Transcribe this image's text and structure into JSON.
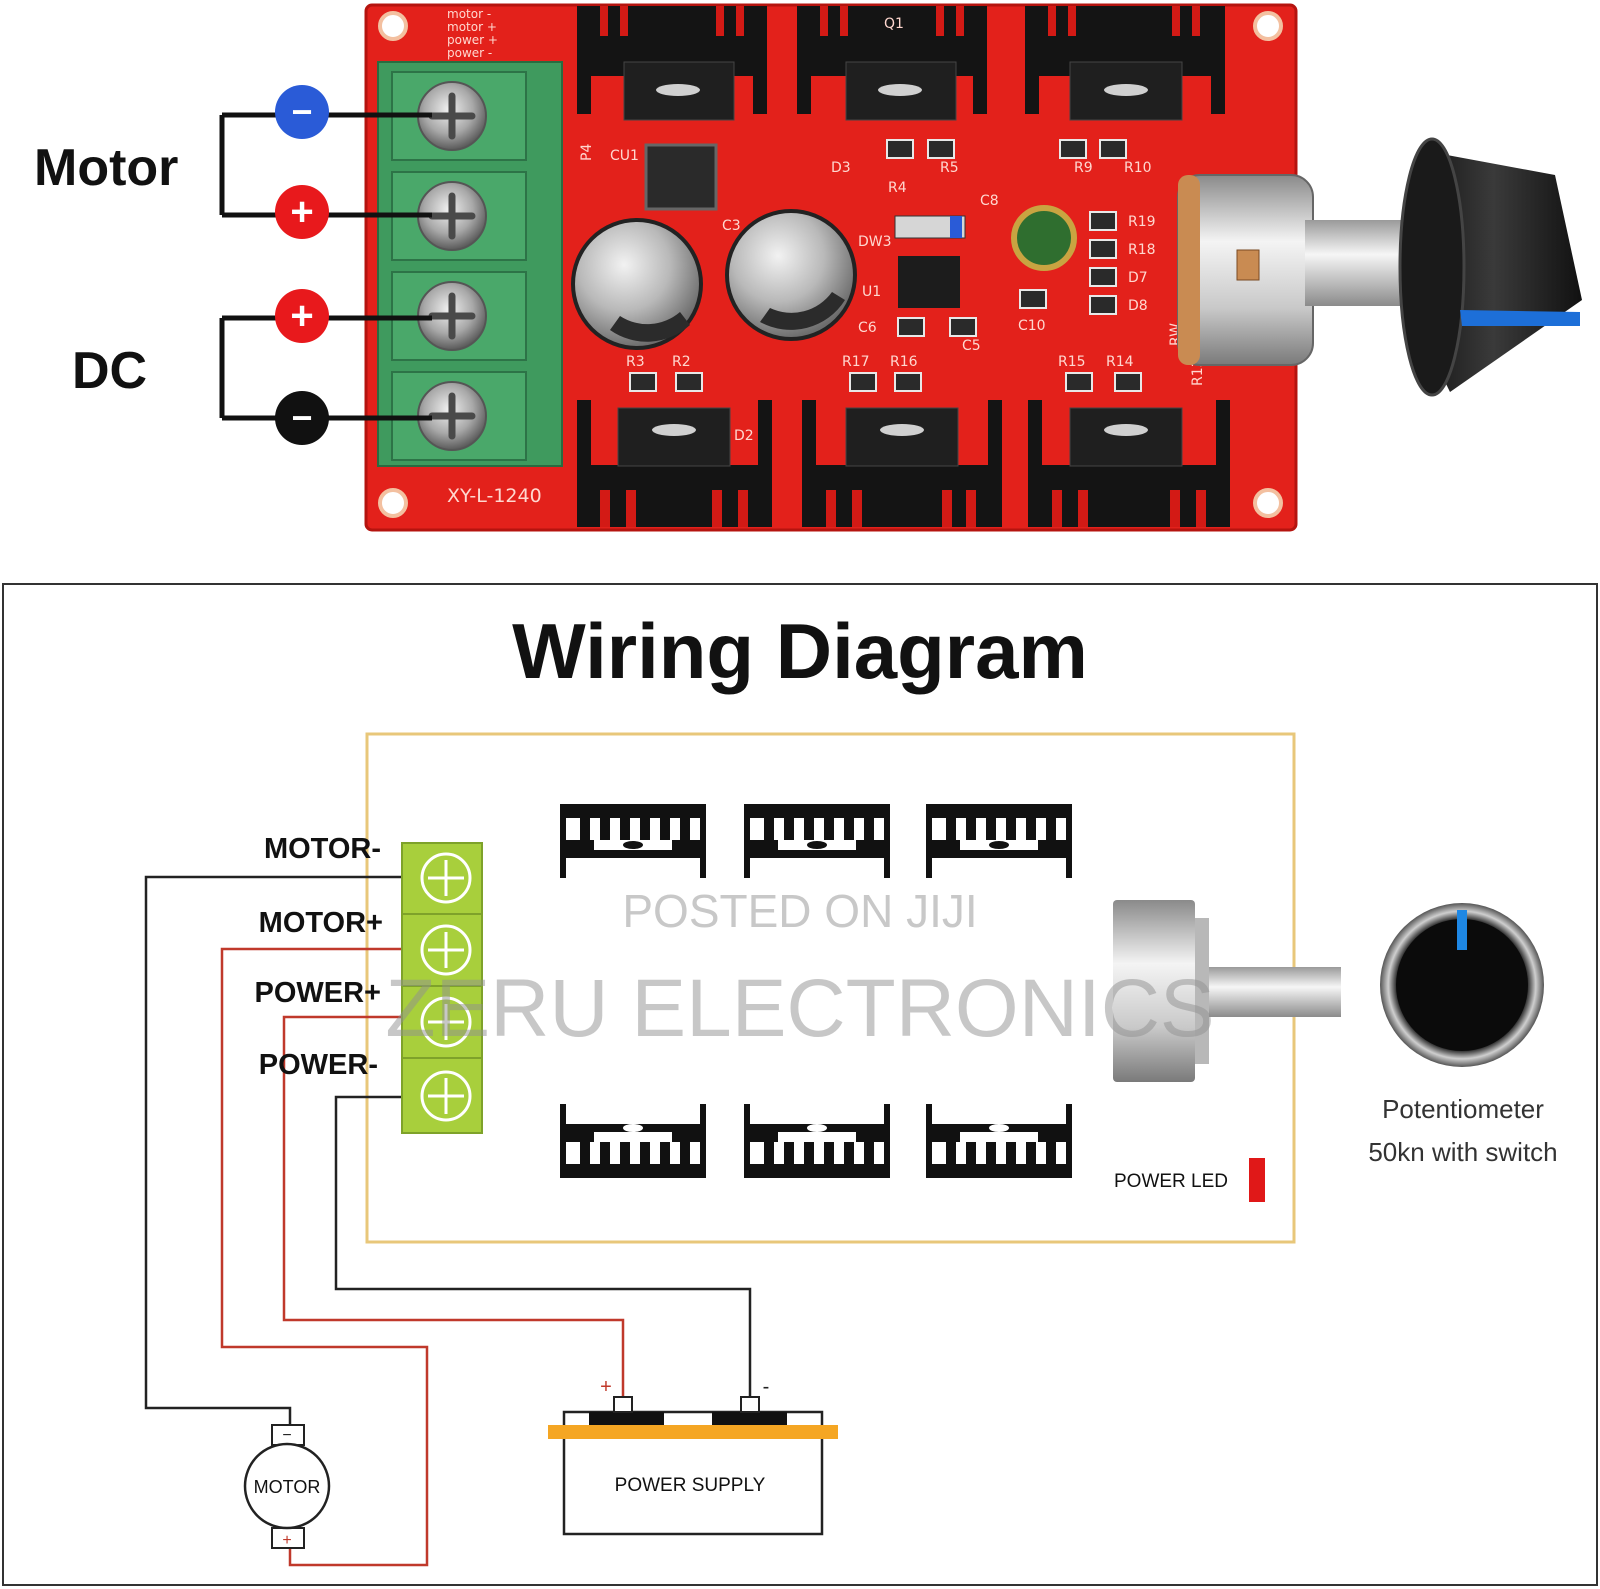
{
  "photo": {
    "board_model": "XY-L-1240",
    "silk_header": [
      "motor -",
      "motor +",
      "power +",
      "power -"
    ],
    "designators": [
      "Q1",
      "CU1",
      "P4",
      "D3",
      "R4",
      "R5",
      "R9",
      "R10",
      "C8",
      "R19",
      "R18",
      "D7",
      "D8",
      "C10",
      "C5",
      "C6",
      "U1",
      "DW3",
      "R3",
      "R2",
      "R17",
      "R16",
      "R15",
      "R14",
      "R13",
      "D2",
      "RW",
      "C3"
    ],
    "terminal_labels": {
      "motor": "Motor",
      "dc": "DC"
    },
    "terminal_signs": [
      "−",
      "+",
      "+",
      "−"
    ],
    "colors": {
      "pcb": "#e3211b",
      "terminal_block": "#3f9a5e",
      "heatsink": "#141414",
      "minus_blue": "#2a5bd7",
      "plus_red": "#e8191c",
      "minus_black": "#111111",
      "knob_stripe": "#1d6fd8"
    }
  },
  "diagram": {
    "title": "Wiring Diagram",
    "terminal_labels": [
      "MOTOR-",
      "MOTOR+",
      "POWER+",
      "POWER-"
    ],
    "power_led_label": "POWER LED",
    "potentiometer_label_line1": "Potentiometer",
    "potentiometer_label_line2": "50kn with switch",
    "motor_label": "MOTOR",
    "motor_minus": "−",
    "motor_plus": "+",
    "power_supply_label": "POWER SUPPLY",
    "supply_plus": "+",
    "supply_minus": "-",
    "colors": {
      "terminal_block": "#a8cf3c",
      "board_outline": "#e8c77a",
      "wire_red": "#c0392b",
      "wire_black": "#222222",
      "led": "#e01818",
      "supply_band": "#f5a623",
      "knob_marker": "#1e88e5"
    }
  },
  "watermark": {
    "line1": "POSTED ON JIJI",
    "line2": "ZERU ELECTRONICS"
  }
}
